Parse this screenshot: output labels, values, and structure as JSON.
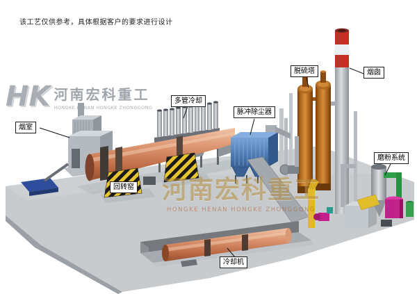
{
  "header": {
    "disclaimer": "该工艺仅供参考，具体根据客户的要求进行设计"
  },
  "watermark": {
    "logo_text": "HK",
    "company_cn": "河南宏科重工",
    "company_en": "HONGKE HENAN HONGKE ZHONGGONG"
  },
  "labels": {
    "smoke_chamber": "烟室",
    "multi_tube_cooler": "多管冷却",
    "pulse_dust_collector": "脉冲除尘器",
    "desulfurization_tower": "脱硫塔",
    "chimney": "烟囱",
    "grinding_system": "磨粉系统",
    "rotary_kiln": "回转窑",
    "cooling_machine": "冷却机"
  },
  "colors": {
    "kiln_salmon": "#d78f6b",
    "collector_blue": "#5280b8",
    "tower_orange": "#c87c2e",
    "chimney_red": "#c23026",
    "hazard_yellow": "#e8c52e",
    "platform_gray": "#c7cbce",
    "watermark_tan": "#b98f3e"
  }
}
